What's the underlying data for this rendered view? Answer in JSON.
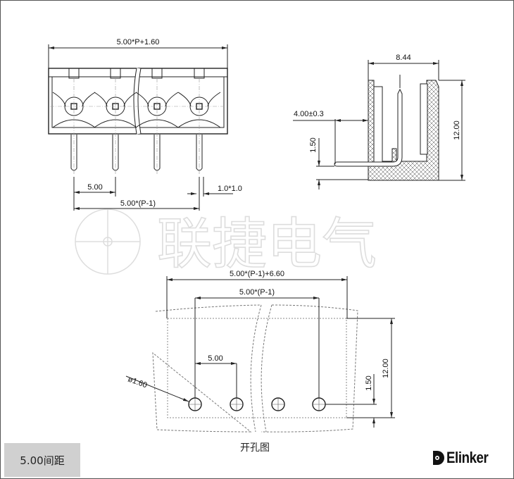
{
  "watermark": "联捷电气",
  "front_view": {
    "overall": "5.00*P+1.60",
    "pitch": "5.00",
    "span": "5.00*(P-1)",
    "pin": "1.0*1.0"
  },
  "side_view": {
    "width": "8.44",
    "offset": "4.00±0.3",
    "pin_height": "1.50",
    "height": "12.00"
  },
  "hole_view": {
    "overall": "5.00*(P-1)+6.60",
    "span": "5.00*(P-1)",
    "pitch": "5.00",
    "hole_dia": "ø1.60",
    "row_offset": "1.50",
    "height": "12.00",
    "caption": "开孔图"
  },
  "spacing_label": "5.00间距",
  "logo": "Elinker"
}
